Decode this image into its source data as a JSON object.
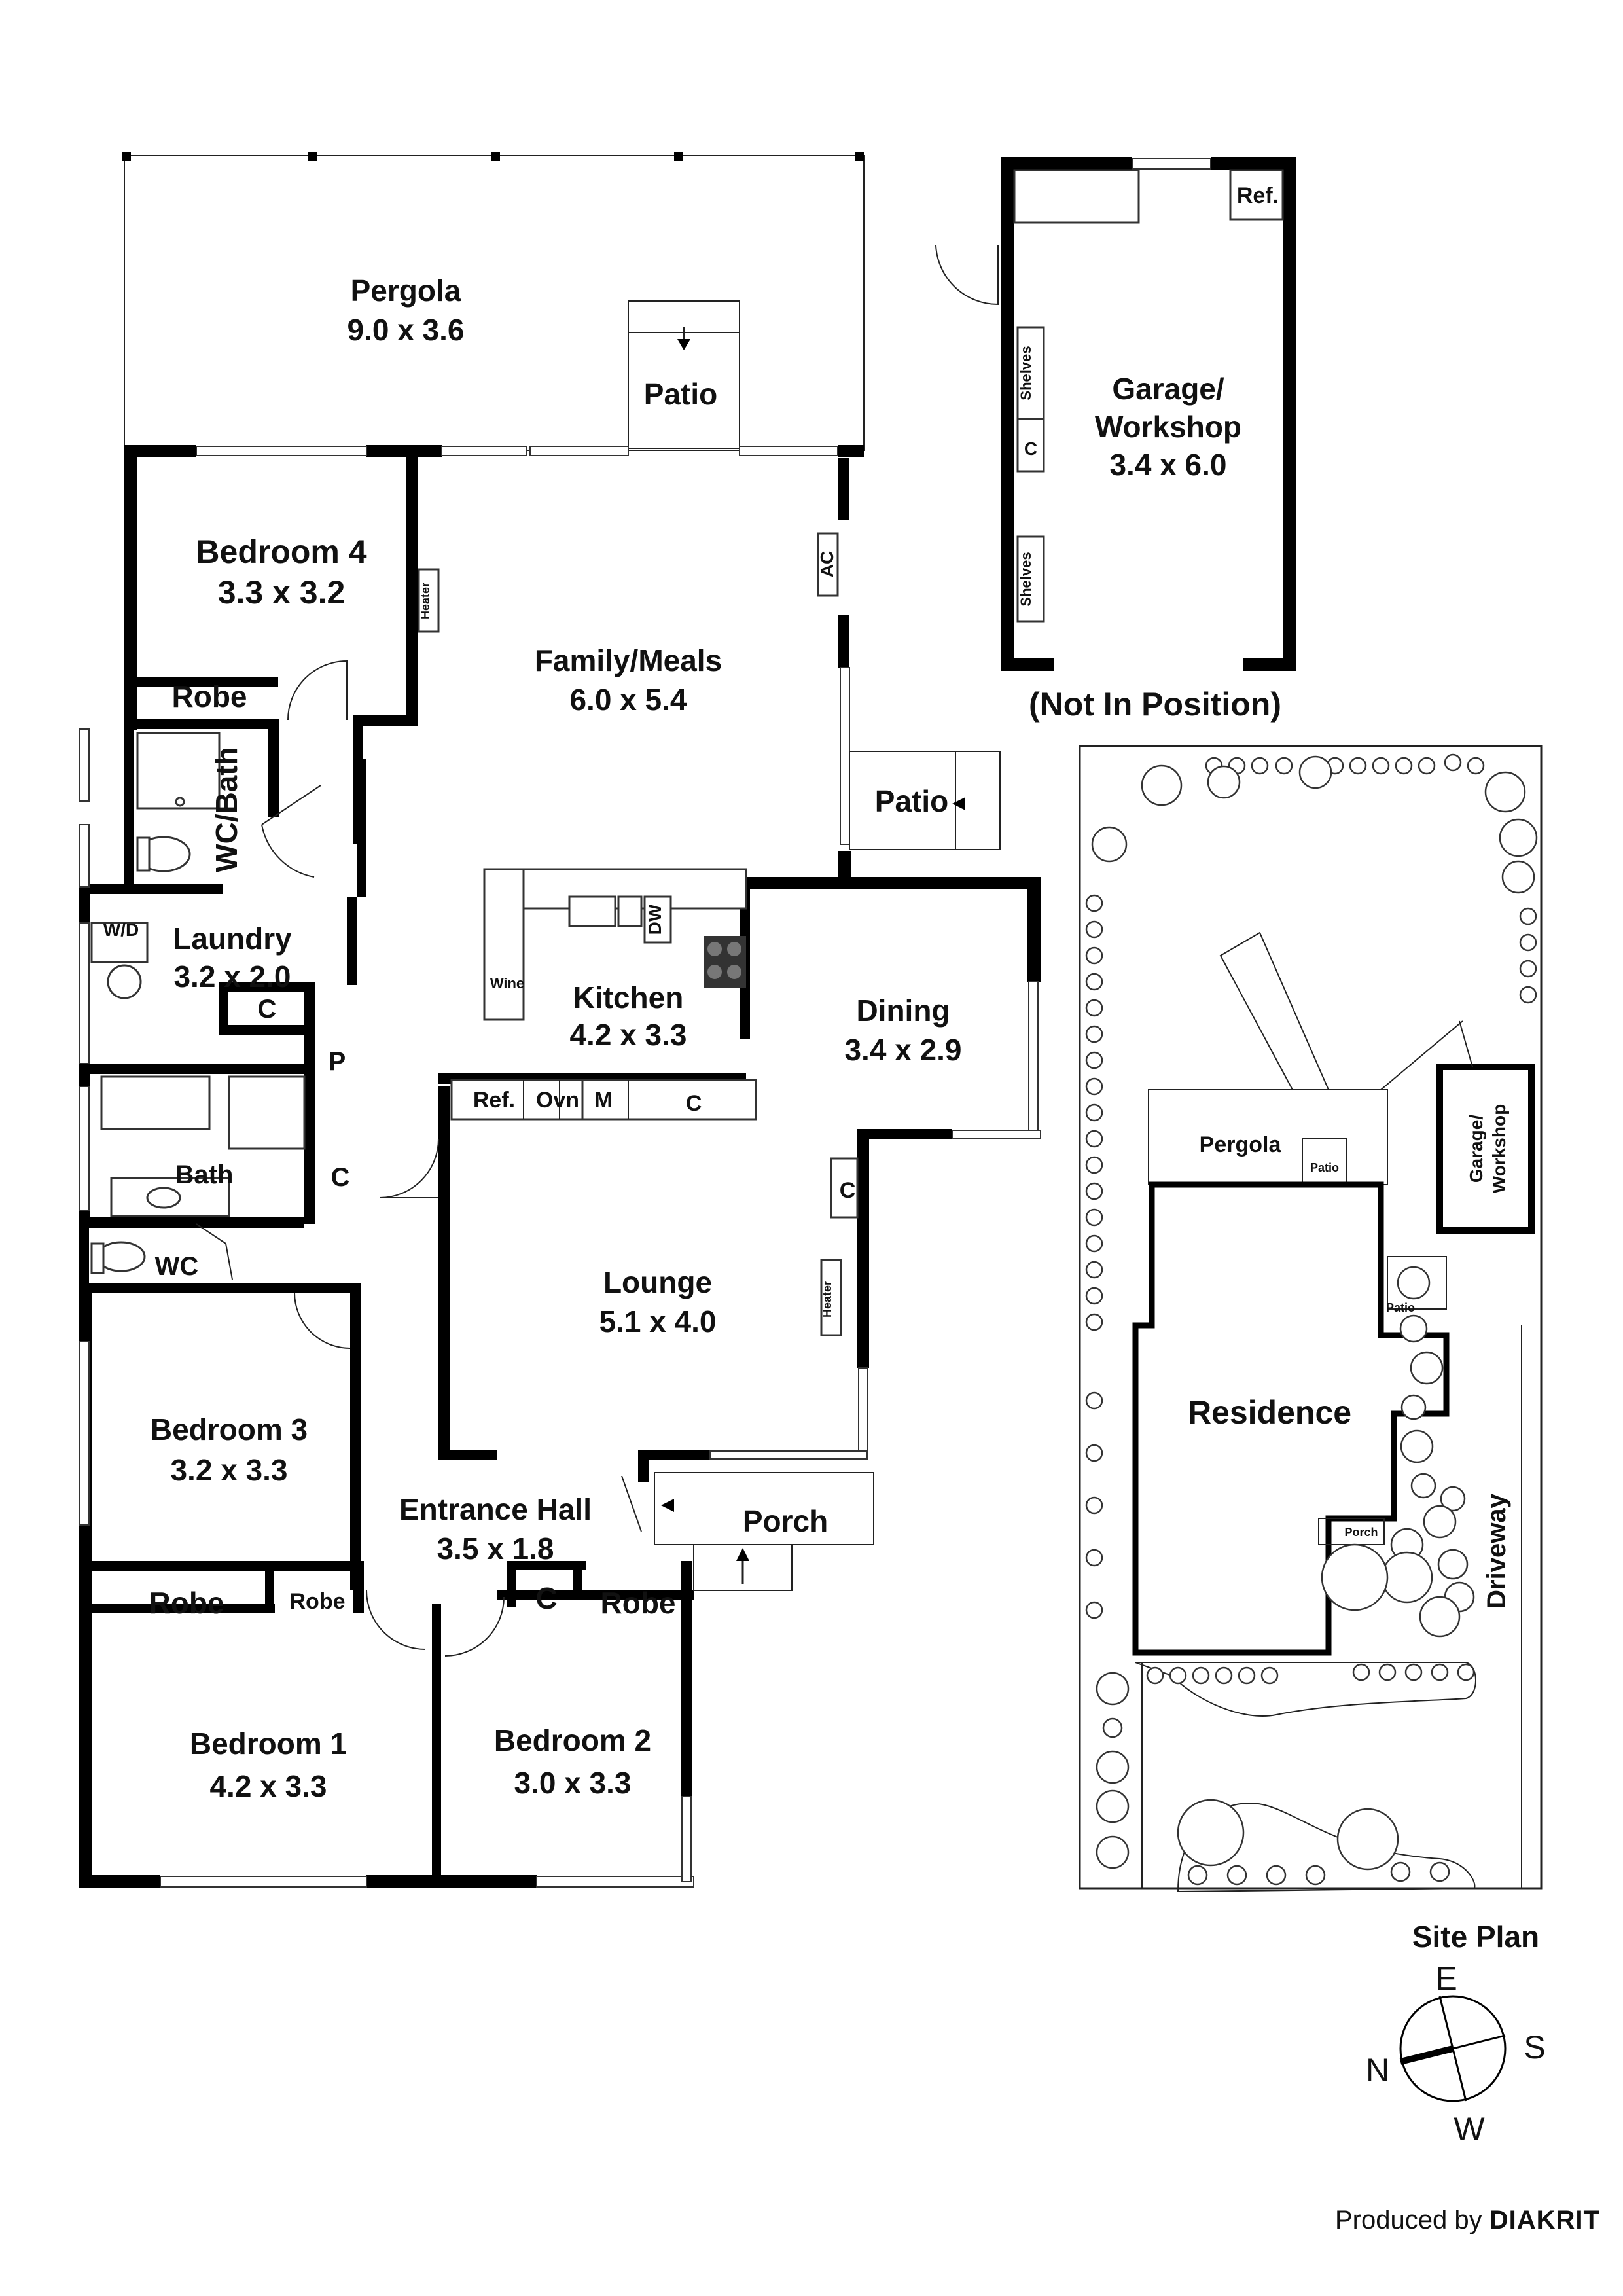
{
  "rooms": {
    "pergola": {
      "name": "Pergola",
      "size": "9.0 x 3.6"
    },
    "patio_rear": {
      "name": "Patio"
    },
    "bedroom4": {
      "name": "Bedroom 4",
      "size": "3.3 x 3.2"
    },
    "family": {
      "name": "Family/Meals",
      "size": "6.0 x 5.4"
    },
    "robe_b4": {
      "name": "Robe"
    },
    "wc_bath": {
      "name": "WC/Bath"
    },
    "patio_side": {
      "name": "Patio"
    },
    "laundry": {
      "name": "Laundry",
      "size": "3.2 x 2.0"
    },
    "kitchen": {
      "name": "Kitchen",
      "size": "4.2 x 3.3"
    },
    "dining": {
      "name": "Dining",
      "size": "3.4 x 2.9"
    },
    "bath": {
      "name": "Bath"
    },
    "wc": {
      "name": "WC"
    },
    "lounge": {
      "name": "Lounge",
      "size": "5.1 x 4.0"
    },
    "bedroom3": {
      "name": "Bedroom 3",
      "size": "3.2 x 3.3"
    },
    "entrance": {
      "name": "Entrance Hall",
      "size": "3.5 x 1.8"
    },
    "porch": {
      "name": "Porch"
    },
    "robe_b1": {
      "name": "Robe"
    },
    "robe_b3": {
      "name": "Robe"
    },
    "robe_b2": {
      "name": "Robe"
    },
    "cupboard": {
      "name": "C"
    },
    "bedroom1": {
      "name": "Bedroom 1",
      "size": "4.2 x 3.3"
    },
    "bedroom2": {
      "name": "Bedroom 2",
      "size": "3.0 x 3.3"
    },
    "garage": {
      "name1": "Garage/",
      "name2": "Workshop",
      "size": "3.4 x 6.0"
    },
    "not_in_position": "(Not In Position)"
  },
  "fixtures": {
    "ref": "Ref.",
    "ovn": "Ovn",
    "m": "M",
    "c": "C",
    "p": "P",
    "wd": "W/D",
    "dw": "DW",
    "wine": "Wine",
    "heater": "Heater",
    "ac": "AC",
    "shelves": "Shelves"
  },
  "site_plan": {
    "title": "Site Plan",
    "pergola": "Pergola",
    "patio": "Patio",
    "residence": "Residence",
    "porch": "Porch",
    "garage": "Garage/",
    "workshop": "Workshop",
    "driveway": "Driveway"
  },
  "compass": {
    "n": "N",
    "e": "E",
    "s": "S",
    "w": "W"
  },
  "credit": {
    "produced_by": "Produced by",
    "brand": "DIAKRIT"
  }
}
